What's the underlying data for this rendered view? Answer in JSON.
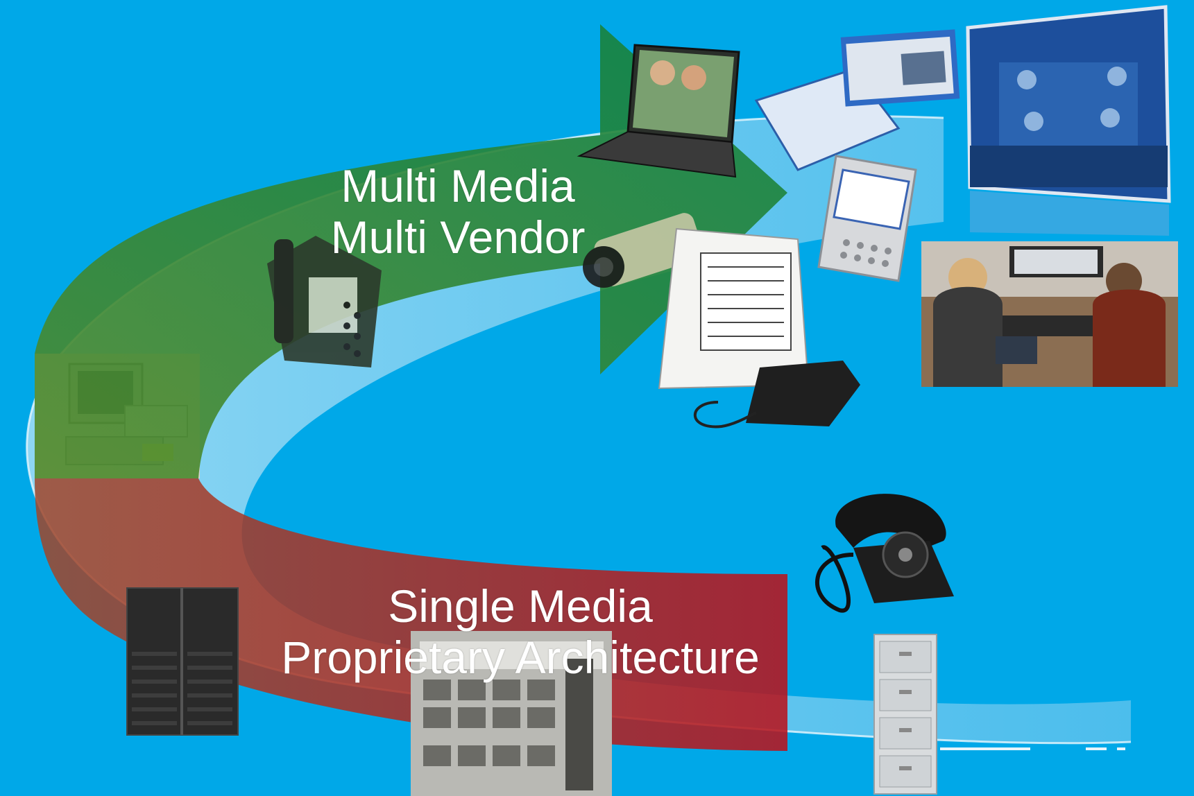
{
  "diagram": {
    "upper_label": {
      "line1": "Multi Media",
      "line2": "Multi Vendor"
    },
    "lower_label": {
      "line1": "Single Media",
      "line2": "Proprietary Architecture"
    }
  },
  "colors": {
    "background": "#00a8e8",
    "upper_arrow": "#1e7a3a",
    "lower_arrow": "#b0202a",
    "orbit_ring": "#c9e6f6"
  },
  "images": {
    "upper_devices": [
      "laptop-video-call",
      "desk-ip-phone",
      "ip-camera",
      "pc-software-windows",
      "pda-smartphone",
      "ip-phone-with-display",
      "unified-communications-screen",
      "video-conference-room"
    ],
    "lower_devices": [
      "rotary-telephone",
      "filing-cabinet",
      "mainframe-server",
      "vintage-switchboard-room"
    ],
    "transition_device": "old-desktop-computer"
  }
}
